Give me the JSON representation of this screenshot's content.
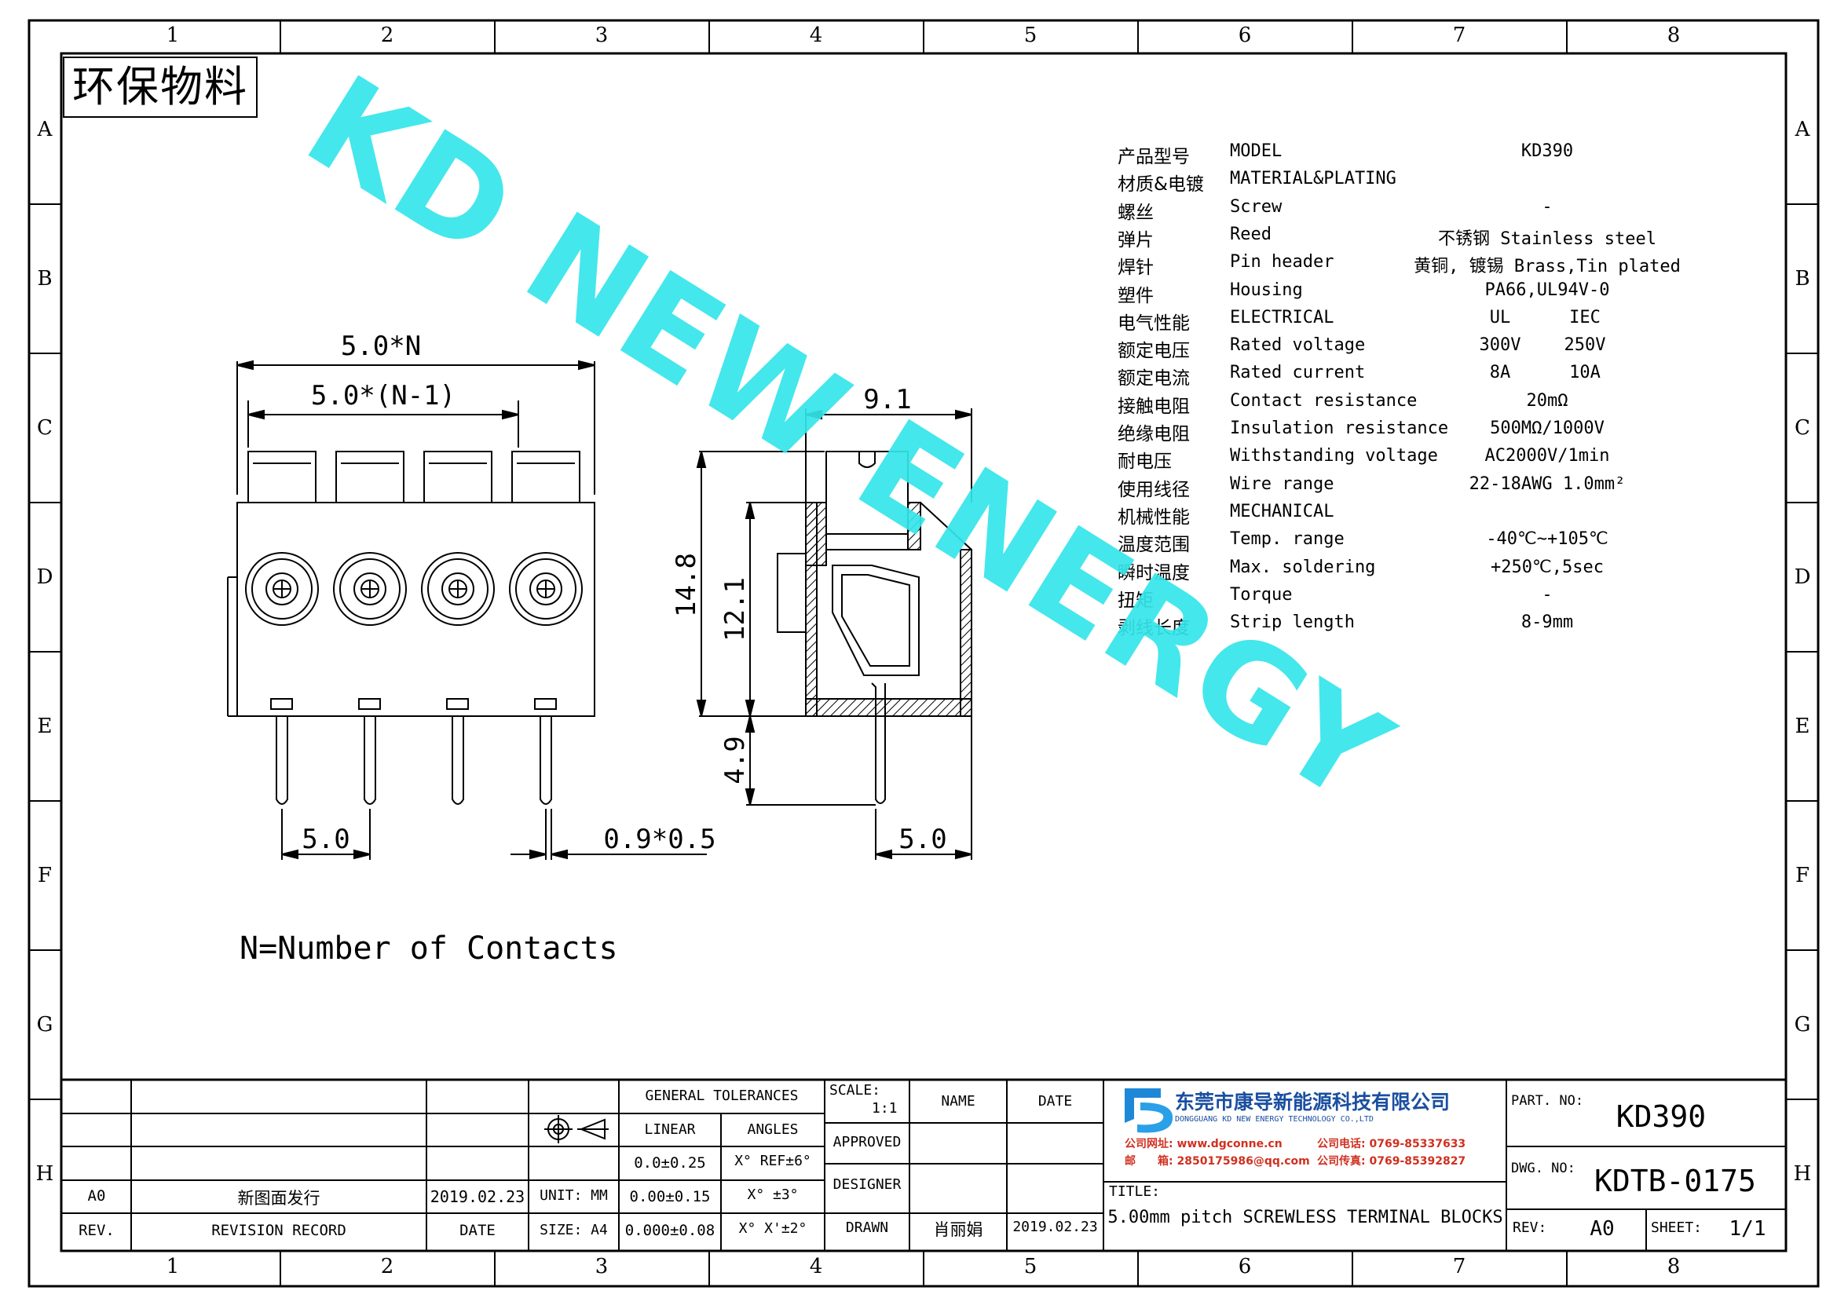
{
  "zones": {
    "columns": [
      "1",
      "2",
      "3",
      "4",
      "5",
      "6",
      "7",
      "8"
    ],
    "rows": [
      "A",
      "B",
      "C",
      "D",
      "E",
      "F",
      "G",
      "H"
    ]
  },
  "eco_label": "环保物料",
  "watermark": "KD NEW ENERGY",
  "watermark_color": "#35e6ea",
  "dimensions": {
    "overall_width": "5.0*N",
    "pitch_span": "5.0*(N-1)",
    "side_depth": "9.1",
    "total_height": "14.8",
    "body_height": "12.1",
    "pin_length": "4.9",
    "pin_pitch": "5.0",
    "pin_section": "0.9*0.5",
    "side_pitch": "5.0"
  },
  "note": "N=Number of Contacts",
  "specs": [
    {
      "cn": "产品型号",
      "en": "MODEL",
      "val1": "KD390",
      "val2": ""
    },
    {
      "cn": "材质&电镀",
      "en": "MATERIAL&PLATING",
      "val1": "",
      "val2": ""
    },
    {
      "cn": "螺丝",
      "en": "Screw",
      "val1": "-",
      "val2": ""
    },
    {
      "cn": "弹片",
      "en": "Reed",
      "val1": "不锈钢 Stainless steel",
      "val2": ""
    },
    {
      "cn": "焊针",
      "en": "Pin header",
      "val1": "黄铜, 镀锡 Brass,Tin plated",
      "val2": ""
    },
    {
      "cn": "塑件",
      "en": "Housing",
      "val1": "PA66,UL94V-0",
      "val2": ""
    },
    {
      "cn": "电气性能",
      "en": "ELECTRICAL",
      "val1": "UL",
      "val2": "IEC"
    },
    {
      "cn": "额定电压",
      "en": "Rated voltage",
      "val1": "300V",
      "val2": "250V"
    },
    {
      "cn": "额定电流",
      "en": "Rated current",
      "val1": "8A",
      "val2": "10A"
    },
    {
      "cn": "接触电阻",
      "en": "Contact resistance",
      "val1": "20mΩ",
      "val2": ""
    },
    {
      "cn": "绝缘电阻",
      "en": "Insulation resistance",
      "val1": "500MΩ/1000V",
      "val2": ""
    },
    {
      "cn": "耐电压",
      "en": "Withstanding voltage",
      "val1": "AC2000V/1min",
      "val2": ""
    },
    {
      "cn": "使用线径",
      "en": "Wire range",
      "val1": "22-18AWG 1.0mm²",
      "val2": ""
    },
    {
      "cn": "机械性能",
      "en": "MECHANICAL",
      "val1": "",
      "val2": ""
    },
    {
      "cn": "温度范围",
      "en": "Temp. range",
      "val1": "-40℃~+105℃",
      "val2": ""
    },
    {
      "cn": "瞬时温度",
      "en": "Max. soldering",
      "val1": "+250℃,5sec",
      "val2": ""
    },
    {
      "cn": "扭矩",
      "en": "Torque",
      "val1": "-",
      "val2": ""
    },
    {
      "cn": "剥线长度",
      "en": "Strip length",
      "val1": "8-9mm",
      "val2": ""
    }
  ],
  "title_block": {
    "rev_code": "A0",
    "rev_desc": "新图面发行",
    "rev_date": "2019.02.23",
    "rev_label": "REV.",
    "revision_record": "REVISION RECORD",
    "date_label": "DATE",
    "unit": "UNIT: MM",
    "size": "SIZE: A4",
    "general_tolerances": "GENERAL TOLERANCES",
    "linear": "LINEAR",
    "angles": "ANGLES",
    "tol_rows": [
      {
        "linear": "0.0±0.25",
        "angle": "X° REF±6°"
      },
      {
        "linear": "0.00±0.15",
        "angle": "X° ±3°"
      },
      {
        "linear": "0.000±0.08",
        "angle": "X° X'±2°"
      }
    ],
    "scale_label": "SCALE:",
    "scale_value": "1:1",
    "approved": "APPROVED",
    "designer": "DESIGNER",
    "drawn": "DRAWN",
    "name_label": "NAME",
    "date_col": "DATE",
    "drawn_name": "肖丽娟",
    "drawn_date": "2019.02.23",
    "company_cn": "东莞市康导新能源科技有限公司",
    "company_en": "DONGGUANG KD NEW ENERGY TECHNOLOGY CO.,LTD",
    "website": "公司网址: www.dgconne.cn",
    "phone": "公司电话: 0769-85337633",
    "email": "邮　　箱: 2850175986@qq.com",
    "fax": "公司传真: 0769-85392827",
    "title_label": "TITLE:",
    "title": "5.00mm pitch SCREWLESS TERMINAL BLOCKS",
    "part_no_label": "PART. NO:",
    "part_no": "KD390",
    "dwg_no_label": "DWG. NO:",
    "dwg_no": "KDTB-0175",
    "rev_label2": "REV:",
    "rev_value": "A0",
    "sheet_label": "SHEET:",
    "sheet_value": "1/1",
    "logo_color": "#1e88d8",
    "brand_text_color": "#1a4fa0",
    "contact_color": "#d03020"
  }
}
